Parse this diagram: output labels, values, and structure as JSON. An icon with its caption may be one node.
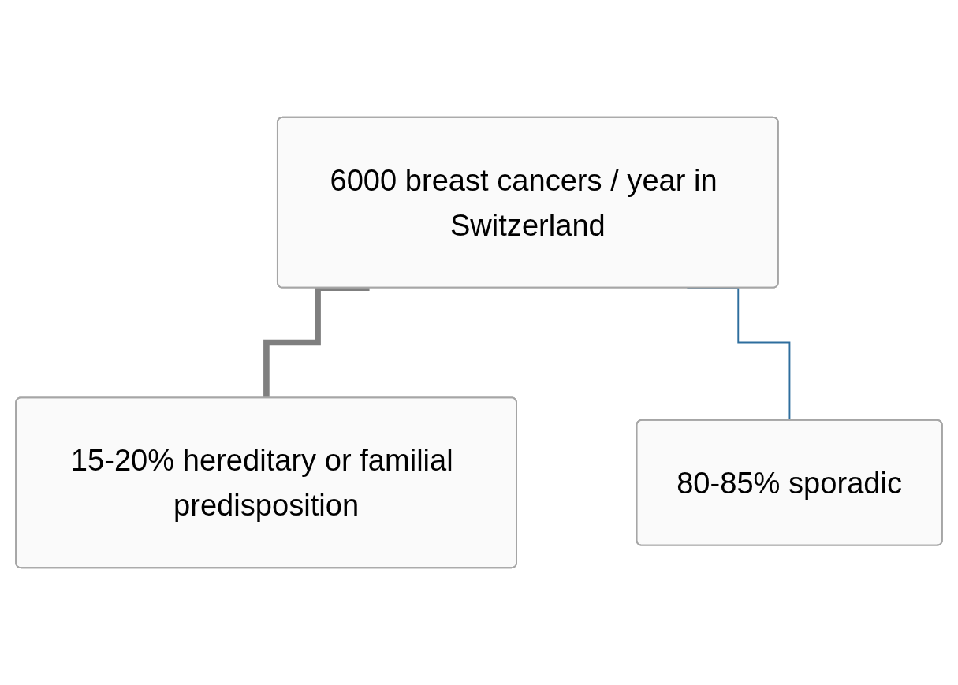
{
  "diagram": {
    "nodes": [
      {
        "text": [
          "6000 breast cancers / year in Switzerland"
        ]
      },
      {
        "text": [
          "15-20% hereditary or familial predisposition"
        ]
      },
      {
        "text": [
          "80-85% sporadic"
        ]
      }
    ],
    "edges": [
      {
        "from": 0,
        "to": 1,
        "arrow": "none",
        "style": "thick",
        "color": "#7f7f7f"
      },
      {
        "from": 0,
        "to": 2,
        "arrow": "none",
        "color": "#2e6e9e"
      }
    ]
  }
}
